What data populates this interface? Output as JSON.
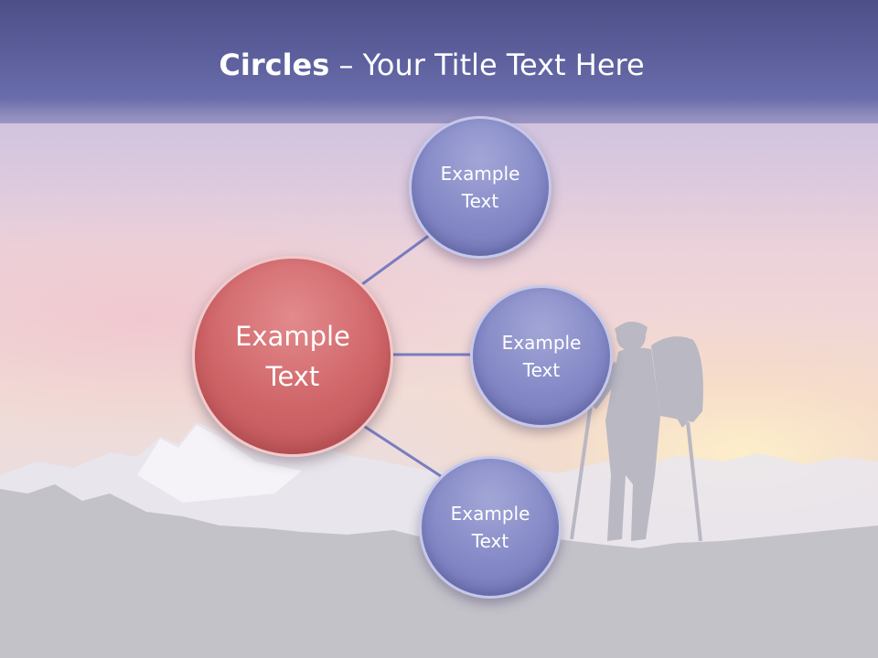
{
  "slide": {
    "title_bold": "Circles",
    "title_rest": " – Your Title Text Here"
  },
  "diagram": {
    "center": {
      "line1": "Example",
      "line2": "Text",
      "color": "#cf6467"
    },
    "satellites": [
      {
        "line1": "Example",
        "line2": "Text"
      },
      {
        "line1": "Example",
        "line2": "Text"
      },
      {
        "line1": "Example",
        "line2": "Text"
      }
    ],
    "satellite_color": "#8488c6",
    "connector_color": "#7a7cc0"
  }
}
